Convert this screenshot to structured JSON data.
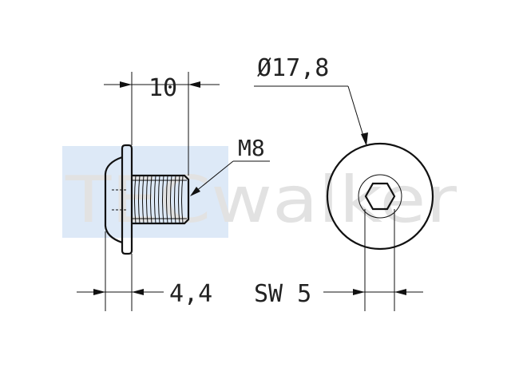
{
  "dimensions": {
    "length": "10",
    "thread": "M8",
    "head_diameter": "Ø17,8",
    "head_height": "4,4",
    "socket_size": "SW 5"
  },
  "watermark": {
    "text": "TECwalker",
    "block_color": "#dde9f7",
    "text_color": "#e2e2e2"
  }
}
